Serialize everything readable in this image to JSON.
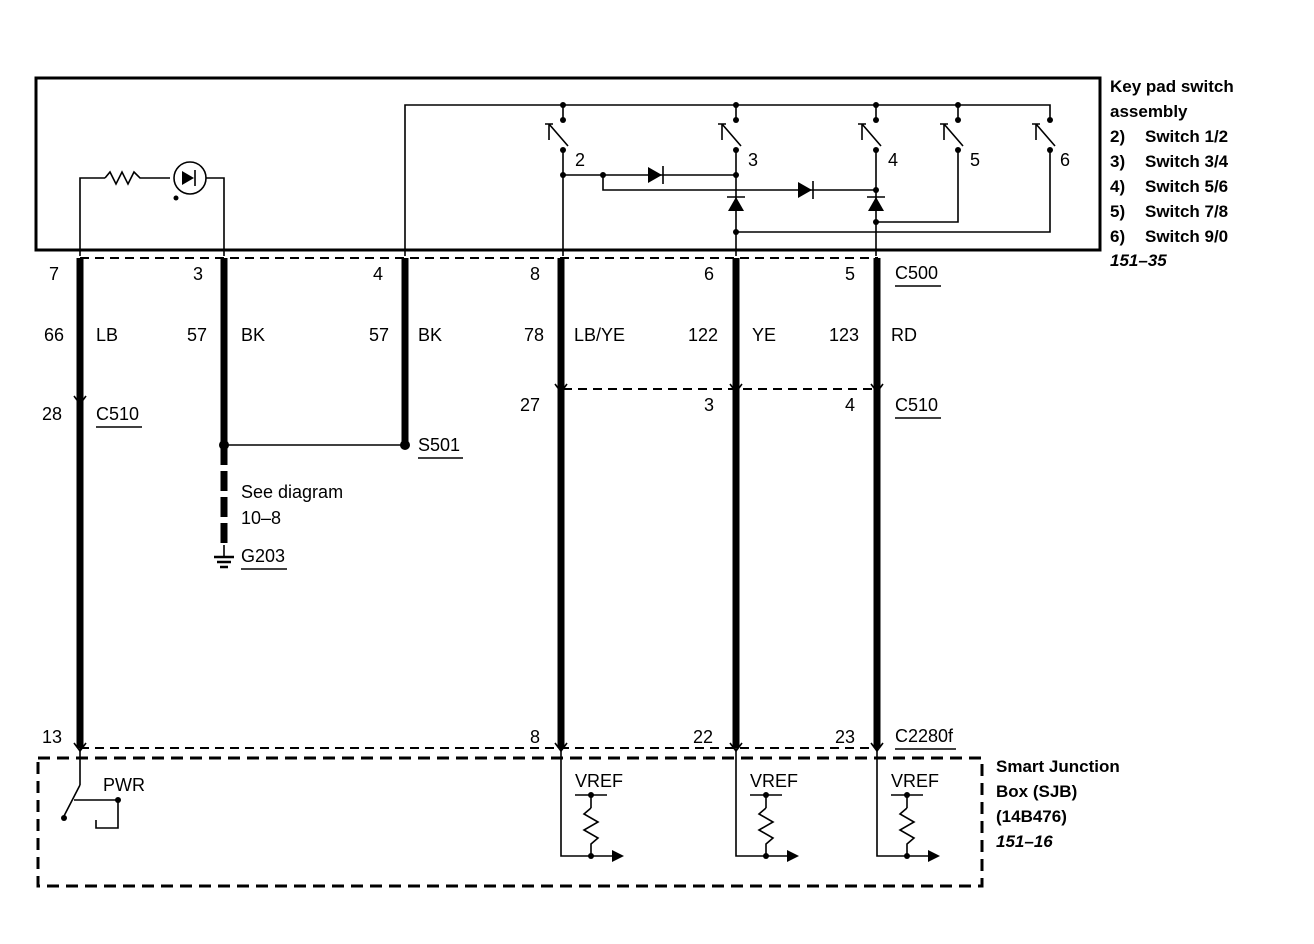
{
  "keypad": {
    "title_line1": "Key pad switch",
    "title_line2": "assembly",
    "switches": [
      {
        "num": "2)",
        "name": "Switch 1/2"
      },
      {
        "num": "3)",
        "name": "Switch 3/4"
      },
      {
        "num": "4)",
        "name": "Switch 5/6"
      },
      {
        "num": "5)",
        "name": "Switch 7/8"
      },
      {
        "num": "6)",
        "name": "Switch 9/0"
      }
    ],
    "ref": "151–35",
    "switch_numbers": [
      "2",
      "3",
      "4",
      "5",
      "6"
    ]
  },
  "circuits": [
    {
      "pin_top": "7",
      "circuit": "66",
      "color": "LB",
      "pin_mid": "28",
      "pin_bottom": "13"
    },
    {
      "pin_top": "3",
      "circuit": "57",
      "color": "BK"
    },
    {
      "pin_top": "4",
      "circuit": "57",
      "color": "BK"
    },
    {
      "pin_top": "8",
      "circuit": "78",
      "color": "LB/YE",
      "pin_mid": "27",
      "pin_bottom": "8"
    },
    {
      "pin_top": "6",
      "circuit": "122",
      "color": "YE",
      "pin_mid": "3",
      "pin_bottom": "22"
    },
    {
      "pin_top": "5",
      "circuit": "123",
      "color": "RD",
      "pin_mid": "4",
      "pin_bottom": "23"
    }
  ],
  "connectors": {
    "c500": "C500",
    "c510_left": "C510",
    "c510_right": "C510",
    "c2280f": "C2280f",
    "s501": "S501",
    "g203": "G203"
  },
  "see_diagram": {
    "line1": "See diagram",
    "line2": "10–8"
  },
  "sjb": {
    "line1": "Smart Junction",
    "line2": "Box (SJB)",
    "line3": "(14B476)",
    "ref": "151–16",
    "pwr": "PWR",
    "vref": [
      "VREF",
      "VREF",
      "VREF"
    ]
  }
}
